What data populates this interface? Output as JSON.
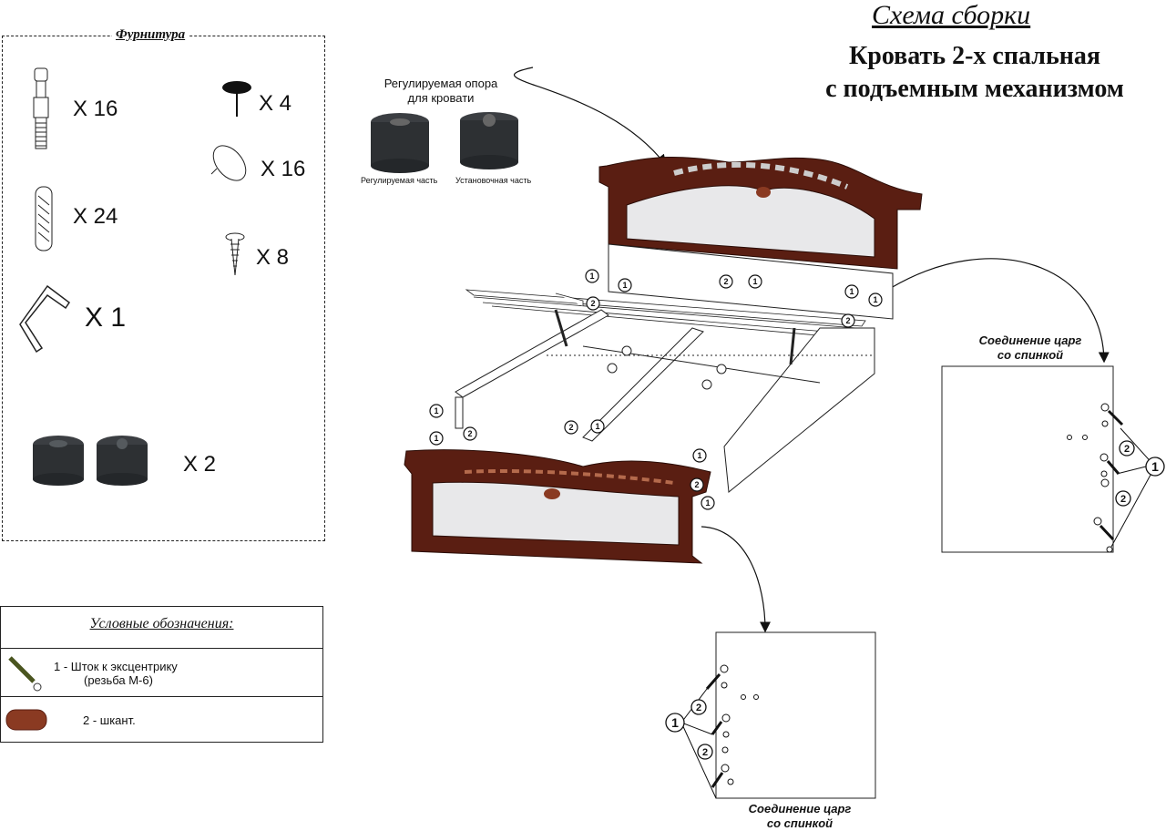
{
  "title": {
    "scheme": "Схема сборки",
    "line1": "Кровать 2-х спальная",
    "line2": "с подъемным механизмом"
  },
  "hardware": {
    "title": "Фурнитура",
    "items": [
      {
        "icon": "eccentric-rod-icon",
        "qty": "X  16"
      },
      {
        "icon": "dowel-icon",
        "qty": "X  24"
      },
      {
        "icon": "hex-key-icon",
        "qty": "X 1"
      },
      {
        "icon": "adjustable-support-icon",
        "qty": "X 2"
      },
      {
        "icon": "nail-glide-icon",
        "qty": "X  4"
      },
      {
        "icon": "cap-icon",
        "qty": "X  16"
      },
      {
        "icon": "screw-icon",
        "qty": "X 8"
      }
    ]
  },
  "support_callout": {
    "title_line1": "Регулируемая опора",
    "title_line2": "для кровати",
    "adjustable": "Регулируемая часть",
    "mounting": "Установочная часть"
  },
  "legend": {
    "title": "Условные обозначения:",
    "item1_line1": "1 - Шток к эксцентрику",
    "item1_line2": "(резьба М-6)",
    "item2": "2 - шкант."
  },
  "details": {
    "right_caption_line1": "Соединение царг",
    "right_caption_line2": "со спинкой",
    "bottom_caption_line1": "Соединение царг",
    "bottom_caption_line2": "со спинкой"
  },
  "markers": {
    "one": "1",
    "two": "2"
  },
  "colors": {
    "wood": "#5a1e12",
    "wood_light": "#8a3a22",
    "panel": "#e8e8ea",
    "hardware_dark": "#2d3033"
  }
}
